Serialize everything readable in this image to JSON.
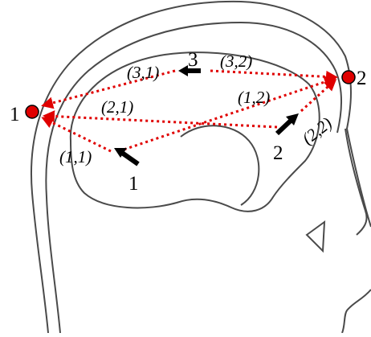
{
  "colors": {
    "outline": "#4a4a4a",
    "dotted_path": "#e00000",
    "node_fill": "#e00000",
    "arrow": "#000000",
    "background": "#ffffff"
  },
  "nodes": {
    "left": "1",
    "right": "2"
  },
  "sources": {
    "s1": "1",
    "s2": "2",
    "s3": "3"
  },
  "paths": {
    "p11": "(1,1)",
    "p12": "(1,2)",
    "p21": "(2,1)",
    "p22": "(2,2)",
    "p31": "(3,1)",
    "p32": "(3,2)"
  }
}
